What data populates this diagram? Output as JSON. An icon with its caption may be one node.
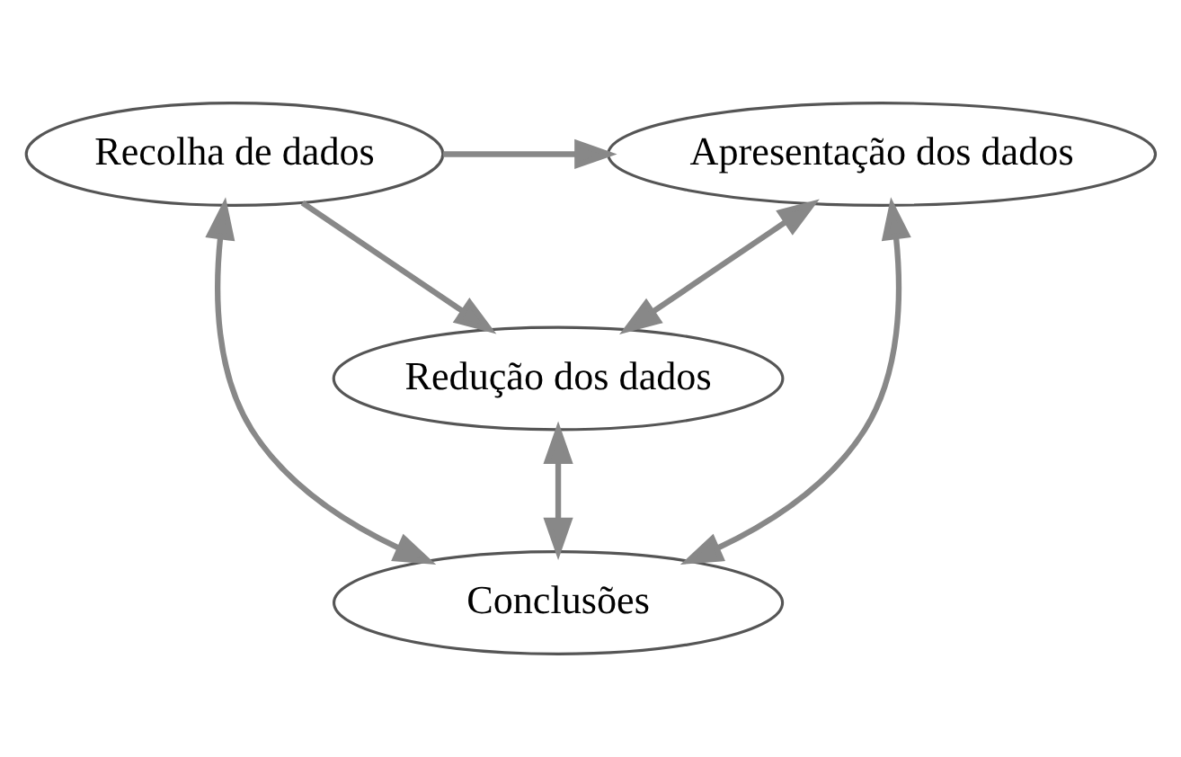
{
  "diagram": {
    "nodes": [
      {
        "text": [
          "Recolha de dados"
        ]
      },
      {
        "text": [
          "Apresentação dos dados"
        ]
      },
      {
        "text": [
          "Redução dos dados"
        ]
      },
      {
        "text": [
          "Conclusões"
        ]
      }
    ],
    "edges": [
      {
        "from": 0,
        "to": 1,
        "arrow": "to"
      },
      {
        "from": 0,
        "to": 2,
        "arrow": "to"
      },
      {
        "from": 2,
        "to": 1,
        "arrow": "both"
      },
      {
        "from": 1,
        "to": 3,
        "arrow": "both"
      },
      {
        "from": 2,
        "to": 3,
        "arrow": "both"
      },
      {
        "from": 0,
        "to": 3,
        "arrow": "both"
      }
    ]
  }
}
